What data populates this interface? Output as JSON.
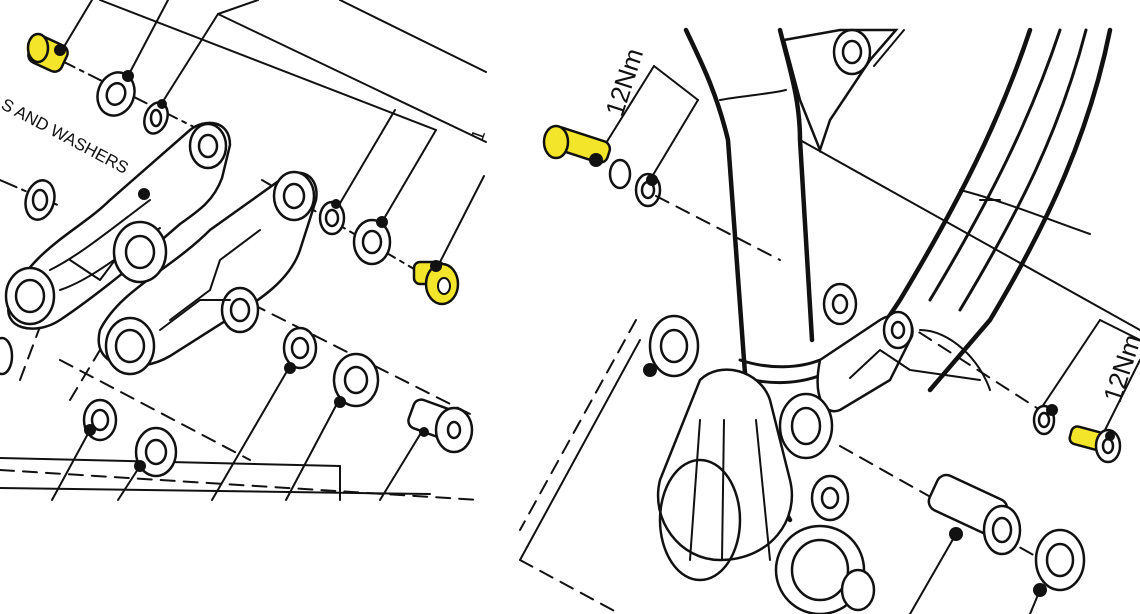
{
  "colors": {
    "background": "#ffffff",
    "line": "#111111",
    "highlight_bolt": "#f2e52a"
  },
  "left_panel": {
    "label_text": "S AND WASHERS",
    "partial_label": "1"
  },
  "right_panel": {
    "torque_top": "12Nm",
    "torque_right": "12Nm"
  }
}
